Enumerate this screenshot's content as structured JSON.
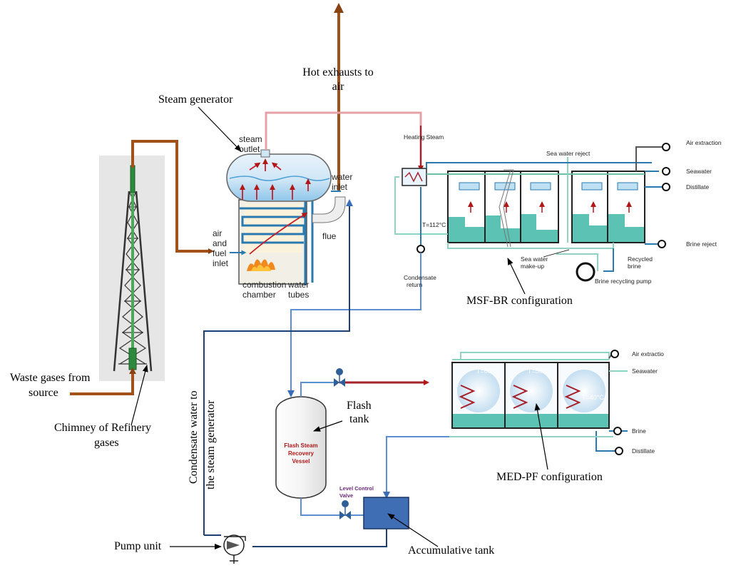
{
  "labels": {
    "hot_exhausts": [
      "Hot exhausts to",
      "air"
    ],
    "steam_generator": "Steam generator",
    "steam_outlet": [
      "steam",
      "outlet"
    ],
    "water_inlet": [
      "water",
      "inlet"
    ],
    "air_fuel_inlet": [
      "air",
      "and",
      "fuel",
      "inlet"
    ],
    "flue": "flue",
    "combustion_chamber": [
      "combustion",
      "chamber"
    ],
    "water_tubes": [
      "water",
      "tubes"
    ],
    "waste_gases": [
      "Waste gases from",
      "source"
    ],
    "chimney": [
      "Chimney of Refinery",
      "gases"
    ],
    "condensate_water": [
      "Condensate water to",
      "the steam generator"
    ],
    "pump_unit": "Pump unit",
    "flash_tank": [
      "Flash",
      "tank"
    ],
    "flash_vessel": [
      "Flash Steam",
      "Recovery",
      "Vessel"
    ],
    "level_control_valve": [
      "Level Control",
      "Valve"
    ],
    "accumulative_tank": "Accumulative tank",
    "msf_br": "MSF-BR configuration",
    "med_pf": "MED-PF configuration"
  },
  "msf": {
    "heating_steam": "Heating Steam",
    "temp": "T=112°C",
    "condensate_return": [
      "Condensate",
      "return"
    ],
    "sea_water_reject": "Sea water reject",
    "air_extraction": "Air extraction",
    "seawater": "Seawater",
    "distillate": "Distillate",
    "brine_reject": "Brine reject",
    "sea_water_makeup": [
      "Sea water",
      "make-up"
    ],
    "recycled_brine": [
      "Recycled",
      "brine"
    ],
    "brine_recycling_pump": "Brine recycling pump"
  },
  "med": {
    "air_extraction": "Air extractio",
    "seawater": "Seawater",
    "brine": "Brine",
    "distillate": "Distillate",
    "effect_temps": [
      "T=60°C",
      "T=50°C",
      "T=40°C"
    ]
  },
  "colors": {
    "brown_pipe": "#a0521a",
    "dark_blue_pipe": "#1f3f73",
    "light_blue_pipe": "#5b8fd1",
    "pink_pipe": "#e6a0a8",
    "red_pipe": "#a5202a",
    "teal_water": "#5cc2b4",
    "accum_tank": "#3f6eb5"
  }
}
